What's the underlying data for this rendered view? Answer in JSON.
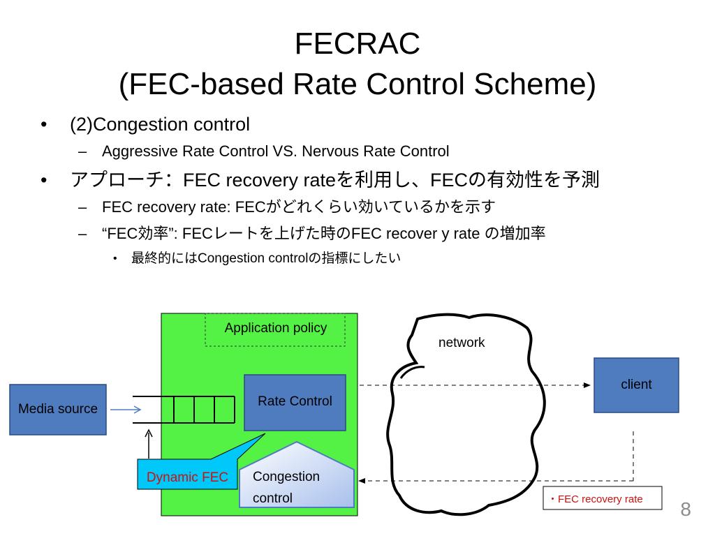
{
  "title": {
    "line1": "FECRAC",
    "line2": "(FEC-based Rate Control Scheme)"
  },
  "bullets": {
    "b1": "(2)Congestion control",
    "b1_sub1": "Aggressive Rate Control VS. Nervous Rate Control",
    "b2": "アプローチ：FEC recovery rateを利用し、FECの有効性を予測",
    "b2_sub1": "FEC recovery rate: FECがどれくらい効いているかを示す",
    "b2_sub2": "“FEC効率”: FECレートを上げた時のFEC recover y rate の増加率",
    "b2_sub2_sub1": "最終的にはCongestion controlの指標にしたい"
  },
  "markers": {
    "bullet": "•",
    "dash": "–"
  },
  "diagram": {
    "application_policy": "Application policy",
    "rate_control": "Rate Control",
    "congestion_control_line1": "Congestion",
    "congestion_control_line2": "control",
    "dynamic_fec": "Dynamic FEC",
    "media_source": "Media source",
    "network": "network",
    "client": "client",
    "fec_recovery_rate": "・FEC recovery rate"
  },
  "page_number": "8",
  "colors": {
    "green_box": "#55f246",
    "blue_box": "#4f7bbf",
    "cyan_callout": "#00c8f8",
    "dynamic_fec_text": "#cc1111",
    "fec_rate_text": "#cc1111",
    "page_number": "#8c8c8c"
  }
}
